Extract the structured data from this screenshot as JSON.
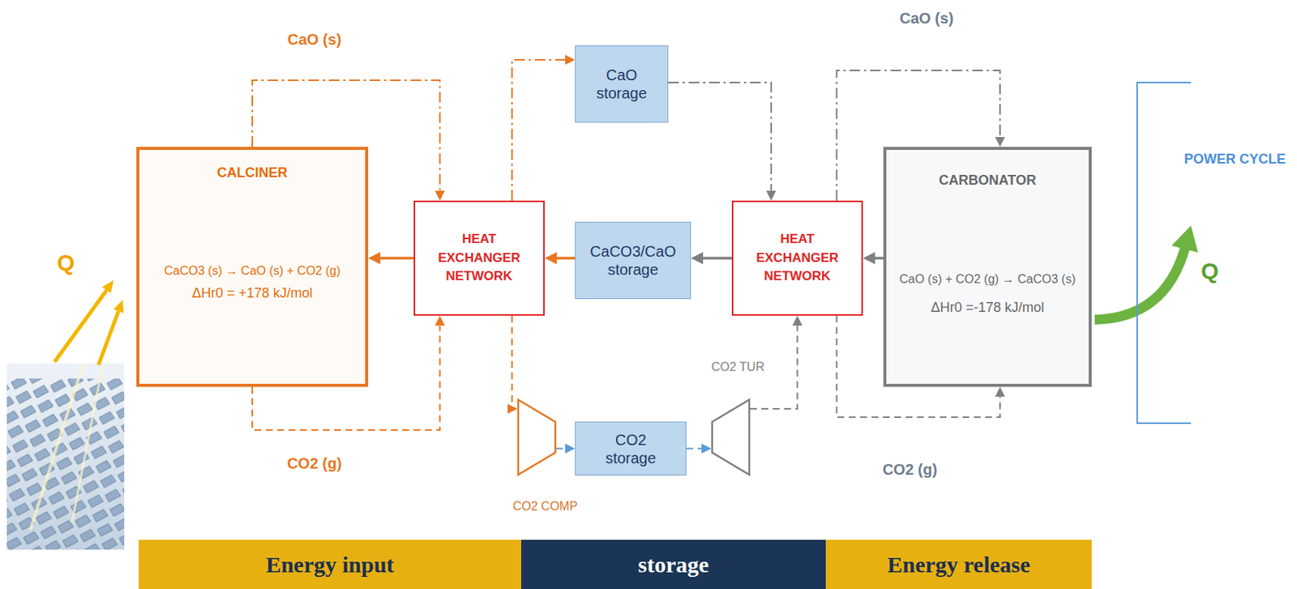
{
  "diagram": {
    "nodes": [
      {
        "text": [
          "CALCINER",
          "CaCO3 (s) → CaO (s) + CO2 (g)",
          "ΔHr0 = +178 kJ/mol"
        ]
      },
      {
        "text": [
          "HEAT EXCHANGER NETWORK"
        ]
      },
      {
        "text": [
          "CaO storage"
        ]
      },
      {
        "text": [
          "CaCO3/CaO storage"
        ]
      },
      {
        "text": [
          "CO2 COMP"
        ]
      },
      {
        "text": [
          "CO2 storage"
        ]
      },
      {
        "text": [
          "CO2 TUR"
        ]
      },
      {
        "text": [
          "HEAT EXCHANGER NETWORK"
        ]
      },
      {
        "text": [
          "CARBONATOR",
          "CaO (s) + CO2 (g) → CaCO3 (s)",
          "ΔHr0 =-178 kJ/mol"
        ]
      },
      {
        "text": [
          "POWER CYCLE"
        ]
      },
      {
        "text": [
          "Energy input"
        ]
      },
      {
        "text": [
          "storage"
        ]
      },
      {
        "text": [
          "Energy release"
        ]
      }
    ],
    "edges": [
      {
        "from": 0,
        "to": 1,
        "label": "CaO (s)",
        "arrow": "to"
      },
      {
        "from": 0,
        "to": 1,
        "label": "CO2 (g)",
        "arrow": "to"
      },
      {
        "from": 1,
        "to": 0,
        "arrow": "to"
      },
      {
        "from": 1,
        "to": 2,
        "arrow": "to"
      },
      {
        "from": 2,
        "to": 7,
        "arrow": "to"
      },
      {
        "from": 3,
        "to": 1,
        "arrow": "to"
      },
      {
        "from": 7,
        "to": 3,
        "arrow": "to"
      },
      {
        "from": 8,
        "to": 7,
        "arrow": "to"
      },
      {
        "from": 1,
        "to": 4,
        "arrow": "to"
      },
      {
        "from": 4,
        "to": 5,
        "arrow": "to"
      },
      {
        "from": 5,
        "to": 6,
        "arrow": "to"
      },
      {
        "from": 6,
        "to": 7,
        "arrow": "to"
      },
      {
        "from": 7,
        "to": 8,
        "label": "CaO (s)",
        "arrow": "to"
      },
      {
        "from": 7,
        "to": 8,
        "label": "CO2 (g)",
        "arrow": "to"
      },
      {
        "from": 8,
        "to": 9,
        "label": "Q",
        "arrow": "to"
      }
    ],
    "labels": [
      "Q"
    ]
  }
}
